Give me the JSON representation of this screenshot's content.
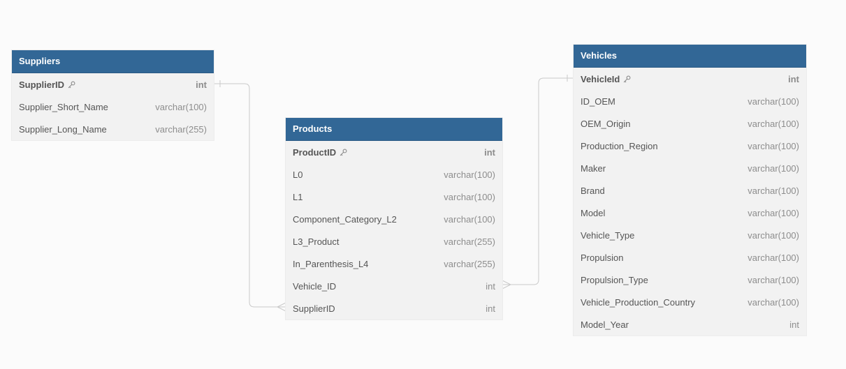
{
  "tables": [
    {
      "id": "suppliers",
      "name": "Suppliers",
      "fields": [
        {
          "name": "SupplierID",
          "type": "int",
          "pk": true
        },
        {
          "name": "Supplier_Short_Name",
          "type": "varchar(100)"
        },
        {
          "name": "Supplier_Long_Name",
          "type": "varchar(255)"
        }
      ]
    },
    {
      "id": "products",
      "name": "Products",
      "fields": [
        {
          "name": "ProductID",
          "type": "int",
          "pk": true
        },
        {
          "name": "L0",
          "type": "varchar(100)"
        },
        {
          "name": "L1",
          "type": "varchar(100)"
        },
        {
          "name": "Component_Category_L2",
          "type": "varchar(100)"
        },
        {
          "name": "L3_Product",
          "type": "varchar(255)"
        },
        {
          "name": "In_Parenthesis_L4",
          "type": "varchar(255)"
        },
        {
          "name": "Vehicle_ID",
          "type": "int"
        },
        {
          "name": "SupplierID",
          "type": "int"
        }
      ]
    },
    {
      "id": "vehicles",
      "name": "Vehicles",
      "fields": [
        {
          "name": "VehicleId",
          "type": "int",
          "pk": true
        },
        {
          "name": "ID_OEM",
          "type": "varchar(100)"
        },
        {
          "name": "OEM_Origin",
          "type": "varchar(100)"
        },
        {
          "name": "Production_Region",
          "type": "varchar(100)"
        },
        {
          "name": "Maker",
          "type": "varchar(100)"
        },
        {
          "name": "Brand",
          "type": "varchar(100)"
        },
        {
          "name": "Model",
          "type": "varchar(100)"
        },
        {
          "name": "Vehicle_Type",
          "type": "varchar(100)"
        },
        {
          "name": "Propulsion",
          "type": "varchar(100)"
        },
        {
          "name": "Propulsion_Type",
          "type": "varchar(100)"
        },
        {
          "name": "Vehicle_Production_Country",
          "type": "varchar(100)"
        },
        {
          "name": "Model_Year",
          "type": "int"
        }
      ]
    }
  ],
  "relationships": [
    {
      "from": "suppliers.SupplierID",
      "to": "products.SupplierID",
      "cardinality": "one-to-many"
    },
    {
      "from": "vehicles.VehicleId",
      "to": "products.Vehicle_ID",
      "cardinality": "one-to-many"
    }
  ],
  "colors": {
    "header": "#326796",
    "body": "#f2f2f2",
    "connector": "#c9c9c9"
  },
  "icons": {
    "primary_key": "key-icon"
  }
}
